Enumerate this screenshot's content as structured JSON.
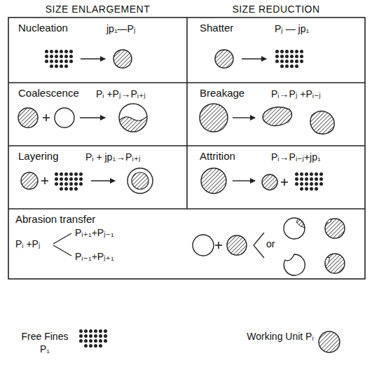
{
  "diagram": {
    "nodes": [
      {
        "text": [
          "Nucleation",
          "jp₁—Pⱼ"
        ]
      },
      {
        "text": [
          "Shatter",
          "Pⱼ — jp₁"
        ]
      },
      {
        "text": [
          "Coalescence",
          "Pᵢ +Pⱼ→Pᵢ₊ⱼ"
        ]
      },
      {
        "text": [
          "Breakage",
          "Pᵢ→Pⱼ +Pᵢ₋ⱼ"
        ]
      },
      {
        "text": [
          "Layering",
          "Pᵢ + jp₁→Pᵢ₊ⱼ"
        ]
      },
      {
        "text": [
          "Attrition",
          "Pᵢ→Pᵢ₋ⱼ+jp₁"
        ]
      },
      {
        "text": [
          "Abrasion transfer",
          "Pᵢ +Pⱼ",
          "Pᵢ₊₁+Pⱼ₋₁",
          "Pᵢ₋₁+Pⱼ₊₁",
          "or"
        ]
      }
    ],
    "labels": [
      "SIZE ENLARGEMENT",
      "SIZE REDUCTION"
    ],
    "legend": [
      {
        "text": "Free Fines P₁"
      },
      {
        "text": "Working Unit Pᵢ"
      }
    ]
  }
}
